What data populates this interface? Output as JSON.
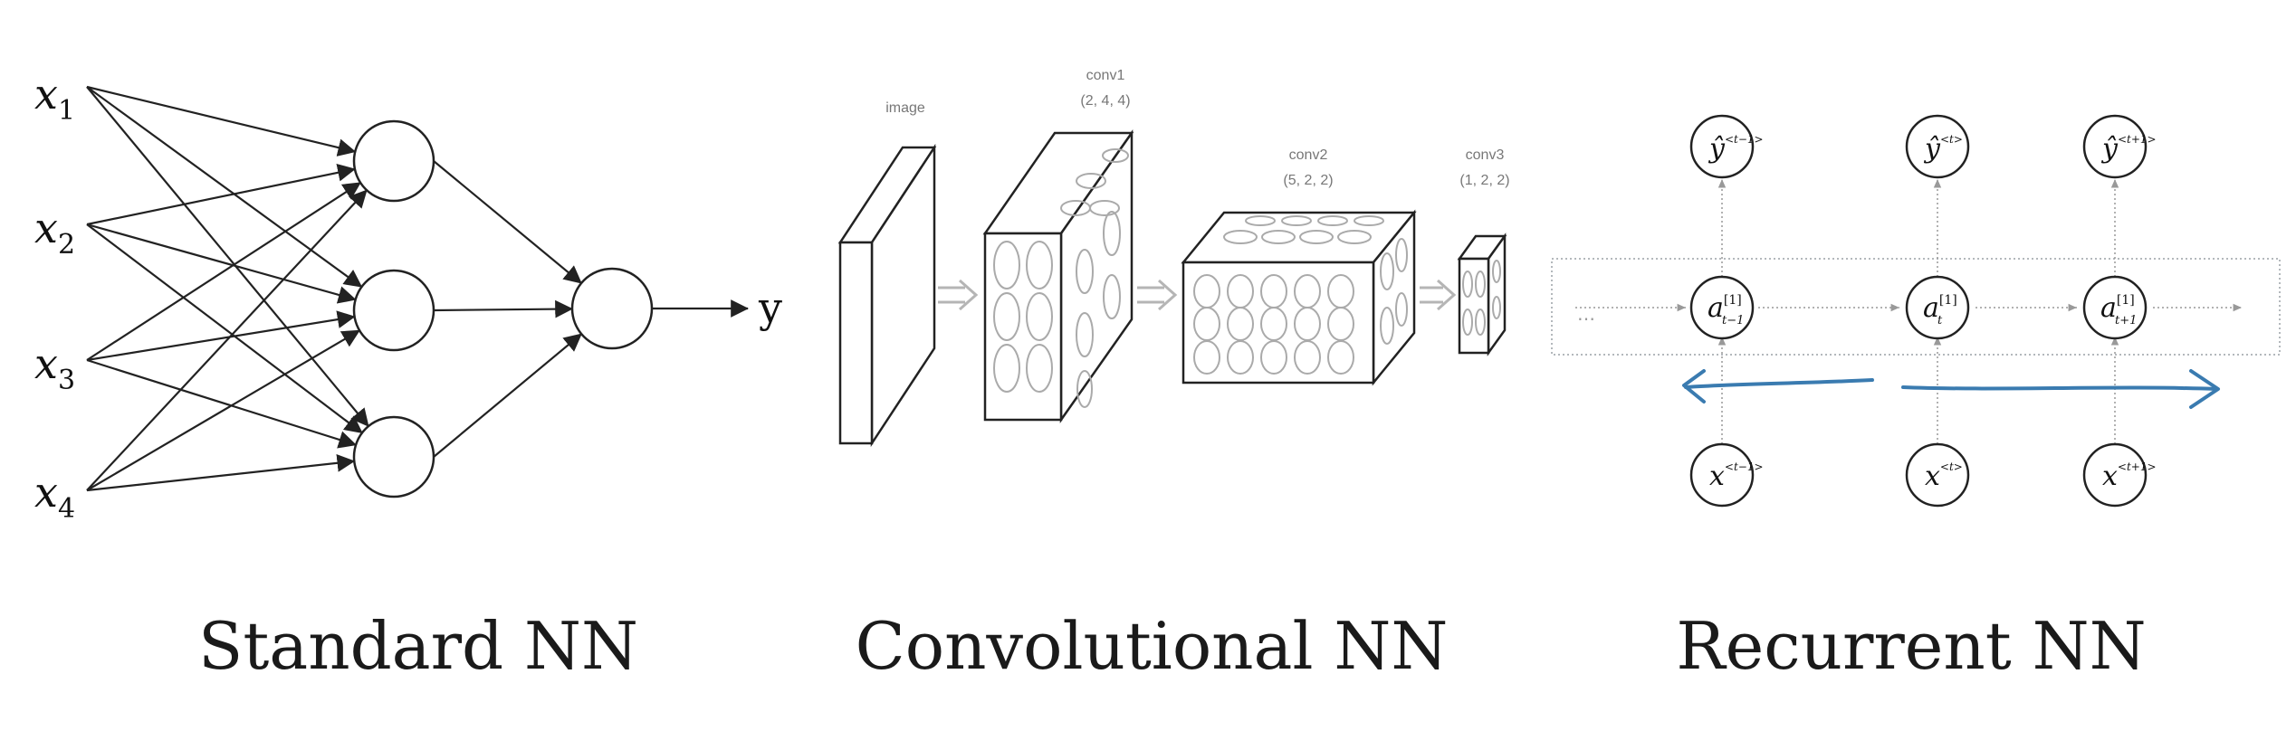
{
  "standard_nn": {
    "inputs": [
      {
        "base": "x",
        "sub": "1"
      },
      {
        "base": "x",
        "sub": "2"
      },
      {
        "base": "x",
        "sub": "3"
      },
      {
        "base": "x",
        "sub": "4"
      }
    ],
    "output_label": "y",
    "caption": "Standard NN"
  },
  "conv_nn": {
    "labels": {
      "image": "image",
      "conv1": "conv1",
      "conv1_dims": "(2, 4, 4)",
      "conv2": "conv2",
      "conv2_dims": "(5, 2, 2)",
      "conv3": "conv3",
      "conv3_dims": "(1, 2, 2)"
    },
    "caption": "Convolutional NN"
  },
  "recurrent_nn": {
    "outputs": [
      {
        "base": "ŷ",
        "sup": "<t−1>"
      },
      {
        "base": "ŷ",
        "sup": "<t>"
      },
      {
        "base": "ŷ",
        "sup": "<t+1>"
      }
    ],
    "hidden": [
      {
        "base": "a",
        "sup": "[1]",
        "sub": "t−1"
      },
      {
        "base": "a",
        "sup": "[1]",
        "sub": "t"
      },
      {
        "base": "a",
        "sup": "[1]",
        "sub": "t+1"
      }
    ],
    "inputs": [
      {
        "base": "x",
        "sup": "<t−1>"
      },
      {
        "base": "x",
        "sup": "<t>"
      },
      {
        "base": "x",
        "sup": "<t+1>"
      }
    ],
    "ellipsis_left": "…",
    "caption": "Recurrent NN"
  },
  "colors": {
    "ink": "#222222",
    "annotation_blue": "#3a7bb0",
    "faint": "#aaaaaa"
  }
}
